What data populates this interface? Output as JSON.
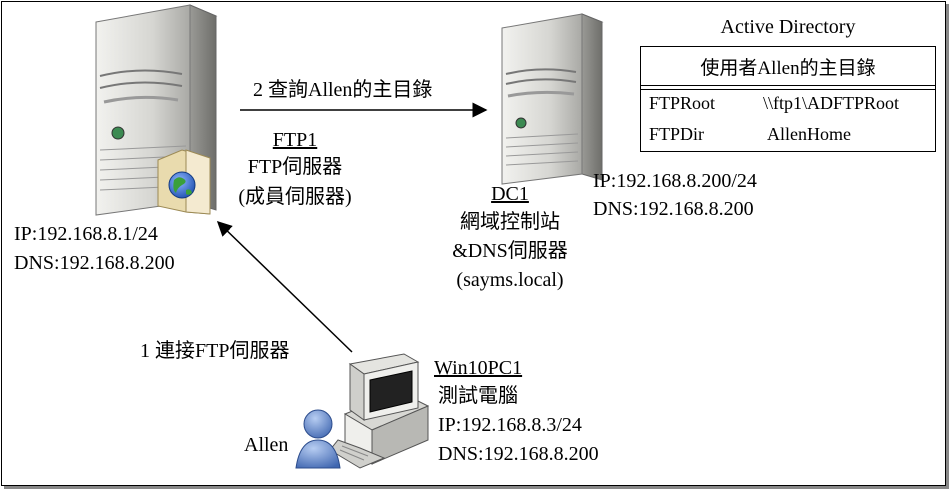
{
  "ftp_server": {
    "arrow_label": "2 查詢Allen的主目錄",
    "name": "FTP1",
    "role": "FTP伺服器",
    "sub_role": "(成員伺服器)",
    "ip": "IP:192.168.8.1/24",
    "dns": "DNS:192.168.8.200"
  },
  "domain_controller": {
    "name": "DC1",
    "role": "網域控制站",
    "sub_role": "&DNS伺服器",
    "domain": "(sayms.local)",
    "ip": "IP:192.168.8.200/24",
    "dns": "DNS:192.168.8.200"
  },
  "active_directory": {
    "title": "Active Directory",
    "header": "使用者Allen的主目錄",
    "rows": [
      {
        "key": "FTPRoot",
        "value": "\\\\ftp1\\ADFTPRoot"
      },
      {
        "key": "FTPDir",
        "value": "AllenHome"
      }
    ]
  },
  "client": {
    "arrow_label": "1 連接FTP伺服器",
    "name": "Win10PC1",
    "role": "測試電腦",
    "ip": "IP:192.168.8.3/24",
    "dns": "DNS:192.168.8.200",
    "user": "Allen"
  },
  "colors": {
    "server_body": "#d6d6d2",
    "server_shadow": "#8a8a86",
    "folder": "#e8d9a8",
    "globe_blue": "#2a63c9",
    "globe_green": "#3aa03a",
    "user_blue": "#5b82c8"
  },
  "icons": [
    "server-icon",
    "folder-globe-icon",
    "desktop-computer-icon",
    "user-icon"
  ]
}
